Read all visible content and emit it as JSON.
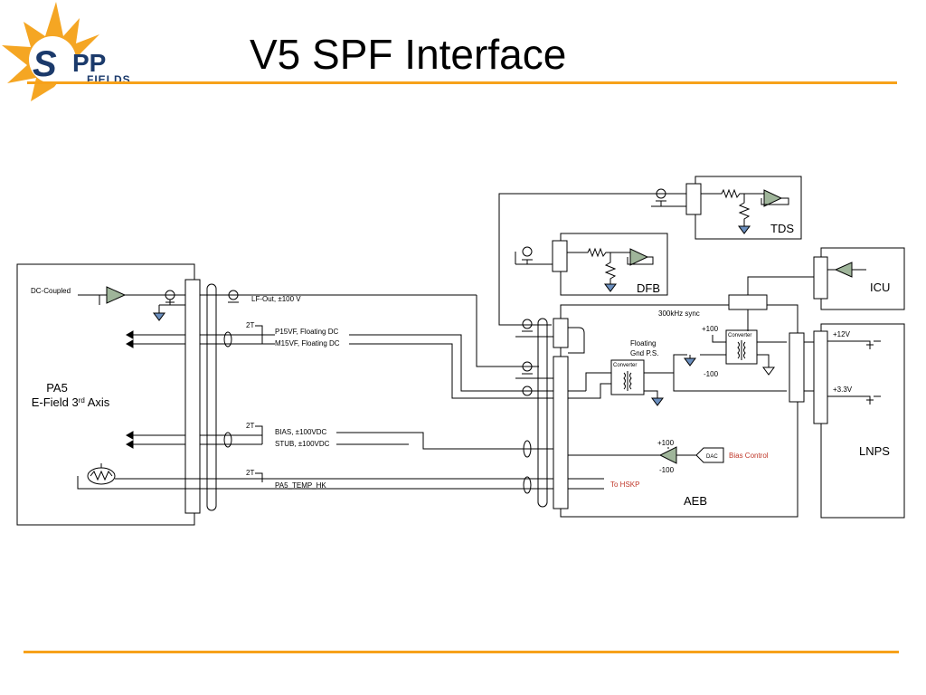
{
  "header": {
    "title": "V5 SPF Interface",
    "logo_text_main": "PP",
    "logo_text_sub": "FIELDS"
  },
  "colors": {
    "accent_rule": "#f7a11a",
    "logo_sun": "#f5a623",
    "logo_text": "#1b3a6b",
    "amp_fill": "#9fb59a",
    "ground_fill": "#6b8fbf",
    "bias_control_text": "#c0392b"
  },
  "diagram": {
    "pa5": {
      "line1": "PA5",
      "line2_pre": "E-Field 3",
      "line2_sup": "rd",
      "line2_post": " Axis"
    },
    "signals": {
      "dc_coupled": "DC-Coupled",
      "lf_out": "LF-Out, ±100 V",
      "p15vf": "P15VF, Floating DC",
      "m15vf": "M15VF, Floating DC",
      "bias": "BIAS, ±100VDC",
      "stub": "STUB, ±100VDC",
      "pa5_temp": "PA5_TEMP_HK",
      "twist_pair": "2T"
    },
    "tds": "TDS",
    "dfb": "DFB",
    "icu": "ICU",
    "aeb": {
      "label": "AEB",
      "sync": "300kHz sync",
      "floating_ps_1": "Floating",
      "floating_ps_2": "Gnd P.S.",
      "converter": "Converter",
      "plus100": "+100",
      "minus100": "-100",
      "dac": "DAC",
      "bias_control": "Bias Control",
      "to_hskp": "To HSKP"
    },
    "lnps": {
      "label": "LNPS",
      "v12": "+12V",
      "v33": "+3.3V"
    }
  }
}
